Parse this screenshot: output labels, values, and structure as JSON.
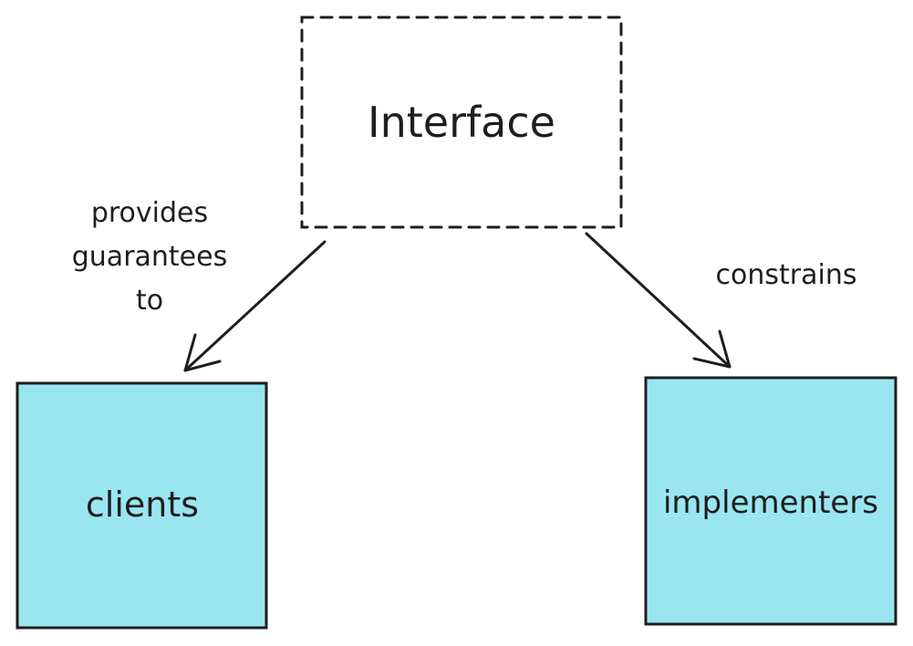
{
  "diagram": {
    "nodes": {
      "interface": {
        "label": "Interface",
        "border": "dashed",
        "fill": "none"
      },
      "clients": {
        "label": "clients",
        "border": "solid",
        "fill": "#99e6f0"
      },
      "implementers": {
        "label": "implementers",
        "border": "solid",
        "fill": "#99e6f0"
      }
    },
    "edges": {
      "to_clients": {
        "from": "Interface",
        "to": "clients",
        "label_lines": [
          "provides",
          "guarantees",
          "to"
        ]
      },
      "to_implementers": {
        "from": "Interface",
        "to": "implementers",
        "label_lines": [
          "constrains"
        ]
      }
    },
    "colors": {
      "stroke": "#1e1e1e",
      "box_fill": "#99e6f0",
      "background": "#ffffff"
    }
  }
}
